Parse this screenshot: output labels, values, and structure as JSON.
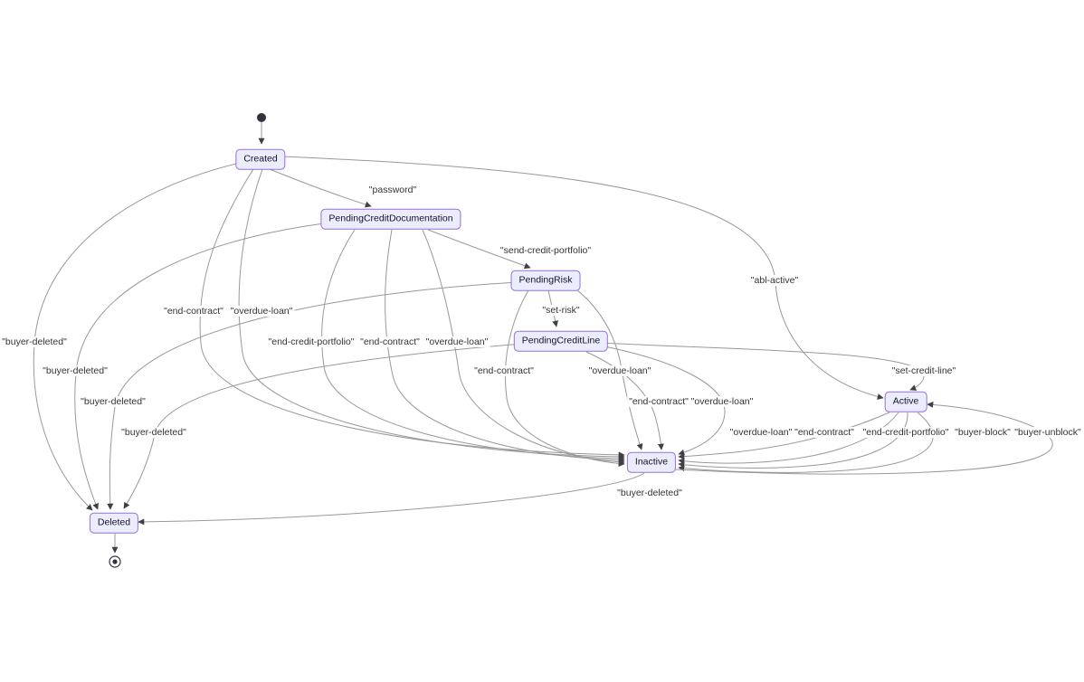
{
  "diagram": {
    "type": "state-machine",
    "colors": {
      "node_fill": "#ECECFF",
      "node_border": "#9370DB",
      "edge_line": "#999999",
      "arrowhead": "#3f3f46",
      "text": "#333333",
      "background": "#ffffff"
    },
    "nodes": [
      {
        "id": "created",
        "label": "Created"
      },
      {
        "id": "pending-credit-documentation",
        "label": "PendingCreditDocumentation"
      },
      {
        "id": "pending-risk",
        "label": "PendingRisk"
      },
      {
        "id": "pending-credit-line",
        "label": "PendingCreditLine"
      },
      {
        "id": "active",
        "label": "Active"
      },
      {
        "id": "inactive",
        "label": "Inactive"
      },
      {
        "id": "deleted",
        "label": "Deleted"
      }
    ],
    "edges": [
      {
        "from": "[*]",
        "to": "Created",
        "label": ""
      },
      {
        "from": "Created",
        "to": "PendingCreditDocumentation",
        "label": "\"password\""
      },
      {
        "from": "PendingCreditDocumentation",
        "to": "PendingRisk",
        "label": "\"send-credit-portfolio\""
      },
      {
        "from": "PendingRisk",
        "to": "PendingCreditLine",
        "label": "\"set-risk\""
      },
      {
        "from": "PendingCreditLine",
        "to": "Active",
        "label": "\"set-credit-line\""
      },
      {
        "from": "Created",
        "to": "Active",
        "label": "\"abl-active\""
      },
      {
        "from": "Created",
        "to": "Inactive",
        "label": "\"end-contract\""
      },
      {
        "from": "Created",
        "to": "Inactive",
        "label": "\"overdue-loan\""
      },
      {
        "from": "PendingCreditDocumentation",
        "to": "Inactive",
        "label": "\"end-credit-portfolio\""
      },
      {
        "from": "PendingCreditDocumentation",
        "to": "Inactive",
        "label": "\"end-contract\""
      },
      {
        "from": "PendingCreditDocumentation",
        "to": "Inactive",
        "label": "\"overdue-loan\""
      },
      {
        "from": "PendingRisk",
        "to": "Inactive",
        "label": "\"end-contract\""
      },
      {
        "from": "PendingRisk",
        "to": "Inactive",
        "label": "\"overdue-loan\""
      },
      {
        "from": "PendingCreditLine",
        "to": "Inactive",
        "label": "\"end-contract\""
      },
      {
        "from": "PendingCreditLine",
        "to": "Inactive",
        "label": "\"overdue-loan\""
      },
      {
        "from": "Active",
        "to": "Inactive",
        "label": "\"overdue-loan\""
      },
      {
        "from": "Active",
        "to": "Inactive",
        "label": "\"end-contract\""
      },
      {
        "from": "Active",
        "to": "Inactive",
        "label": "\"end-credit-portfolio\""
      },
      {
        "from": "Active",
        "to": "Inactive",
        "label": "\"buyer-block\""
      },
      {
        "from": "Inactive",
        "to": "Active",
        "label": "\"buyer-unblock\""
      },
      {
        "from": "Created",
        "to": "Deleted",
        "label": "\"buyer-deleted\""
      },
      {
        "from": "PendingCreditDocumentation",
        "to": "Deleted",
        "label": "\"buyer-deleted\""
      },
      {
        "from": "PendingRisk",
        "to": "Deleted",
        "label": "\"buyer-deleted\""
      },
      {
        "from": "PendingCreditLine",
        "to": "Deleted",
        "label": "\"buyer-deleted\""
      },
      {
        "from": "Inactive",
        "to": "Deleted",
        "label": "\"buyer-deleted\""
      },
      {
        "from": "Deleted",
        "to": "[*]",
        "label": ""
      }
    ]
  }
}
